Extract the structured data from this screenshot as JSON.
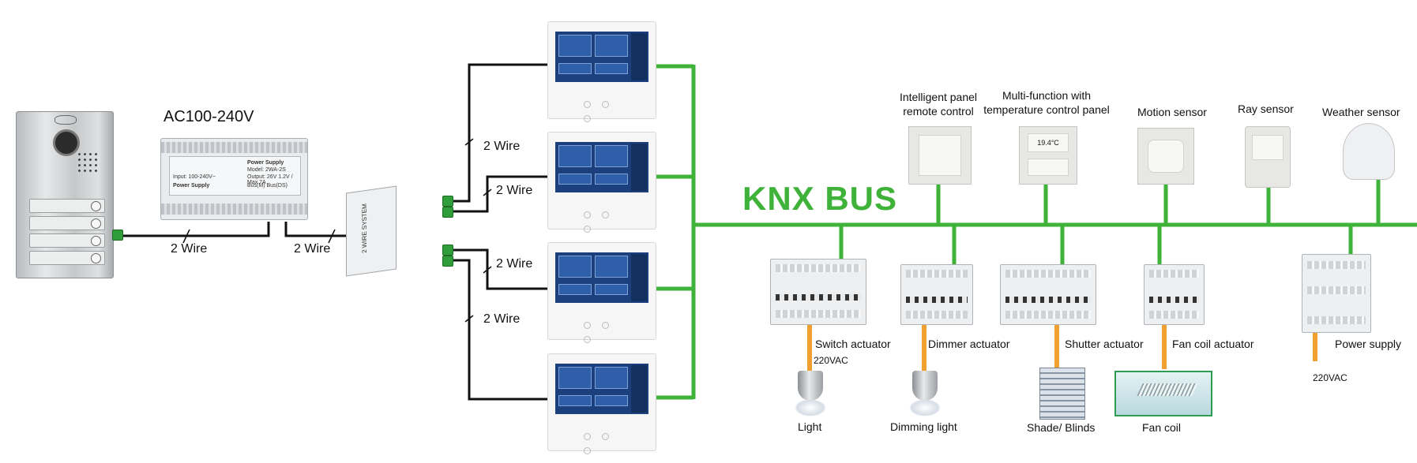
{
  "bus_title": "KNX BUS",
  "power_input_label": "AC100-240V",
  "wire_labels": {
    "door_to_psu": "2 Wire",
    "psu_to_splitter": "2 Wire",
    "monitor1": "2 Wire",
    "monitor2": "2 Wire",
    "monitor3": "2 Wire",
    "monitor4": "2 Wire"
  },
  "psu_face": {
    "title": "Power Supply",
    "model": "Model: 2WA-2S",
    "input": "Input: 100-240V~",
    "output": "Output: 26V 1.2V / Max 7A",
    "ports": "Bus(M)  Bus(DS)",
    "brand": "Power Supply"
  },
  "splitter_text": "2 WIRE SYSTEM",
  "sensors": {
    "panel": "Intelligent panel\nremote control",
    "multi": "Multi-function with\ntemperature control panel",
    "multi_display": "19.4°C",
    "motion": "Motion sensor",
    "ray": "Ray sensor",
    "weather": "Weather sensor"
  },
  "actuators": {
    "switch": "Switch actuator",
    "dimmer": "Dimmer actuator",
    "shutter": "Shutter actuator",
    "fancoil": "Fan coil actuator",
    "power": "Power supply"
  },
  "voltage": {
    "switch": "220VAC",
    "power": "220VAC"
  },
  "loads": {
    "light": "Light",
    "dimming": "Dimming light",
    "shade": "Shade/ Blinds",
    "fancoil": "Fan coil"
  },
  "colors": {
    "bus": "#3fb23a",
    "wire": "#111111",
    "load_line": "#f0a030"
  }
}
